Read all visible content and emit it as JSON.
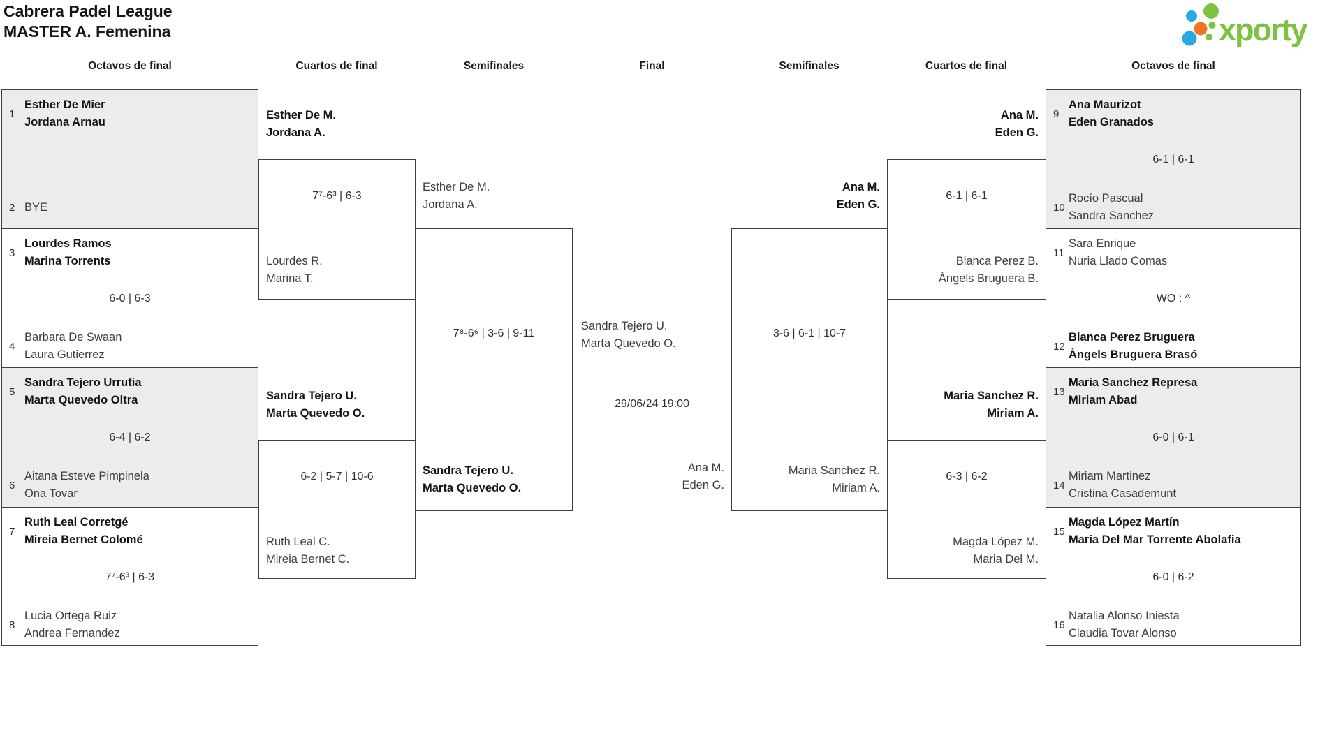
{
  "header": {
    "title_line1": "Cabrera Padel League",
    "title_line2": "MASTER A. Femenina",
    "logo_text": "xporty"
  },
  "colors": {
    "logo_green": "#7dc241",
    "logo_blue": "#29a9e1",
    "logo_orange": "#ee7623",
    "box_grey": "#ececec",
    "line_dark": "#3f3f3f"
  },
  "rounds": {
    "r16_left": "Octavos de final",
    "qf_left": "Cuartos de final",
    "sf_left": "Semifinales",
    "final": "Final",
    "sf_right": "Semifinales",
    "qf_right": "Cuartos de final",
    "r16_right": "Octavos de final"
  },
  "r16_left_matches": [
    {
      "seed_top": "1",
      "team_top": [
        "Esther De Mier",
        "Jordana Arnau"
      ],
      "top_winner": true,
      "score": "",
      "seed_bottom": "2",
      "team_bottom": [
        "BYE"
      ],
      "bottom_winner": false
    },
    {
      "seed_top": "3",
      "team_top": [
        "Lourdes Ramos",
        "Marina Torrents"
      ],
      "top_winner": true,
      "score": "6-0 | 6-3",
      "seed_bottom": "4",
      "team_bottom": [
        "Barbara De Swaan",
        "Laura Gutierrez"
      ],
      "bottom_winner": false
    },
    {
      "seed_top": "5",
      "team_top": [
        "Sandra Tejero Urrutia",
        "Marta Quevedo Oltra"
      ],
      "top_winner": true,
      "score": "6-4 | 6-2",
      "seed_bottom": "6",
      "team_bottom": [
        "Aitana Esteve Pimpinela",
        "Ona Tovar"
      ],
      "bottom_winner": false
    },
    {
      "seed_top": "7",
      "team_top": [
        "Ruth Leal Corretgé",
        "Mireia Bernet Colomé"
      ],
      "top_winner": true,
      "score": "7⁷-6³ | 6-3",
      "seed_bottom": "8",
      "team_bottom": [
        "Lucia Ortega Ruiz",
        "Andrea Fernandez"
      ],
      "bottom_winner": false
    }
  ],
  "r16_right_matches": [
    {
      "seed_top": "9",
      "team_top": [
        "Ana Maurizot",
        "Eden Granados"
      ],
      "top_winner": true,
      "score": "6-1 | 6-1",
      "seed_bottom": "10",
      "team_bottom": [
        "Rocío Pascual",
        "Sandra Sanchez"
      ],
      "bottom_winner": false
    },
    {
      "seed_top": "11",
      "team_top": [
        "Sara Enrique",
        "Nuria Llado Comas"
      ],
      "top_winner": false,
      "score": "WO : ^",
      "seed_bottom": "12",
      "team_bottom": [
        "Blanca Perez Bruguera",
        "Àngels Bruguera Brasó"
      ],
      "bottom_winner": true
    },
    {
      "seed_top": "13",
      "team_top": [
        "Maria Sanchez Represa",
        "Miriam Abad"
      ],
      "top_winner": true,
      "score": "6-0 | 6-1",
      "seed_bottom": "14",
      "team_bottom": [
        "Miriam Martinez",
        "Cristina Casademunt"
      ],
      "bottom_winner": false
    },
    {
      "seed_top": "15",
      "team_top": [
        "Magda López Martín",
        "Maria Del Mar Torrente Abolafia"
      ],
      "top_winner": true,
      "score": "6-0 | 6-2",
      "seed_bottom": "16",
      "team_bottom": [
        "Natalia Alonso Iniesta",
        "Claudia Tovar Alonso"
      ],
      "bottom_winner": false
    }
  ],
  "qf_left": [
    {
      "team_top": [
        "Esther De M.",
        "Jordana A."
      ],
      "top_winner": true,
      "score": "7⁷-6³ | 6-3",
      "team_bottom": [
        "Lourdes R.",
        "Marina T."
      ],
      "bottom_winner": false
    },
    {
      "team_top": [
        "Sandra Tejero U.",
        "Marta Quevedo O."
      ],
      "top_winner": true,
      "score": "6-2 | 5-7 | 10-6",
      "team_bottom": [
        "Ruth Leal C.",
        "Mireia Bernet C."
      ],
      "bottom_winner": false
    }
  ],
  "qf_right": [
    {
      "team_top": [
        "Ana M.",
        "Eden G."
      ],
      "top_winner": true,
      "score": "6-1 | 6-1",
      "team_bottom": [
        "Blanca Perez B.",
        "Àngels Bruguera B."
      ],
      "bottom_winner": false
    },
    {
      "team_top": [
        "Maria Sanchez R.",
        "Miriam A."
      ],
      "top_winner": true,
      "score": "6-3 | 6-2",
      "team_bottom": [
        "Magda López M.",
        "Maria Del M."
      ],
      "bottom_winner": false
    }
  ],
  "sf_left": {
    "team_top": [
      "Esther De M.",
      "Jordana A."
    ],
    "top_winner": false,
    "score": "7⁸-6⁶ | 3-6 | 9-11",
    "team_bottom": [
      "Sandra Tejero U.",
      "Marta Quevedo O."
    ],
    "bottom_winner": true
  },
  "sf_right": {
    "team_top": [
      "Ana M.",
      "Eden G."
    ],
    "top_winner": true,
    "score": "3-6 | 6-1 | 10-7",
    "team_bottom": [
      "Maria Sanchez R.",
      "Miriam A."
    ],
    "bottom_winner": false
  },
  "final": {
    "team_top": [
      "Sandra Tejero U.",
      "Marta Quevedo O."
    ],
    "schedule": "29/06/24 19:00",
    "team_bottom": [
      "Ana M.",
      "Eden G."
    ]
  }
}
